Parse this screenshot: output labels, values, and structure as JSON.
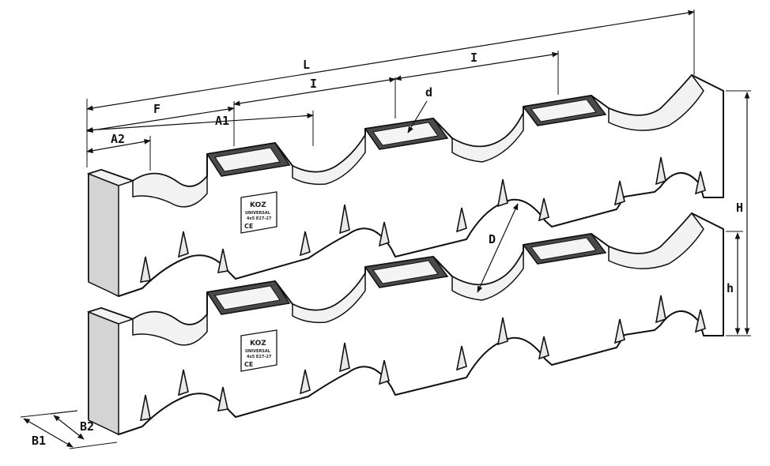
{
  "dimensions": {
    "L": "L",
    "I_top": "I",
    "I_mid": "I",
    "F": "F",
    "A1": "A1",
    "A2": "A2",
    "d": "d",
    "D": "D",
    "H": "H",
    "h": "h",
    "B1": "B1",
    "B2": "B2"
  },
  "label_plate": {
    "brand": "KOZ",
    "line1": "UNIVERSAL",
    "line2": "4x5 E27-27",
    "mark": "CE"
  },
  "colors": {
    "outline": "#111111",
    "shaded_face": "#d4d4d4",
    "socket": "#4a4a4a"
  }
}
